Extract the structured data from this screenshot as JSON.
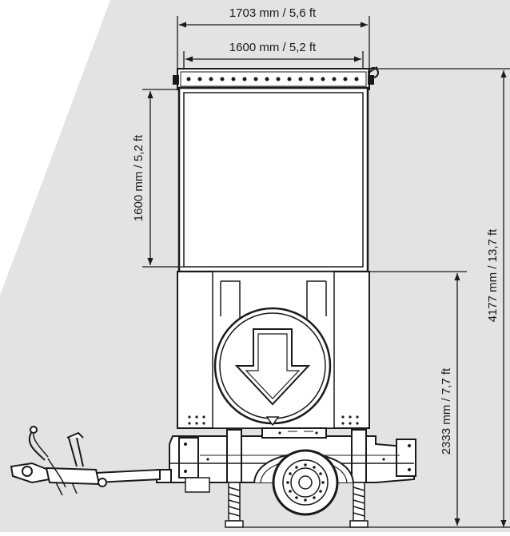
{
  "dimensions": {
    "overall_width": "1703 mm / 5,6 ft",
    "panel_width": "1600 mm / 5,2 ft",
    "panel_height": "1600 mm / 5,2 ft",
    "overall_height": "4177 mm / 13,7 ft",
    "lower_height": "2333 mm / 7,7 ft"
  },
  "colors": {
    "background_band": "#e3e3e3",
    "line": "#1a1a1a",
    "fill": "#ffffff"
  },
  "icons": [
    "down-arrow-icon"
  ]
}
